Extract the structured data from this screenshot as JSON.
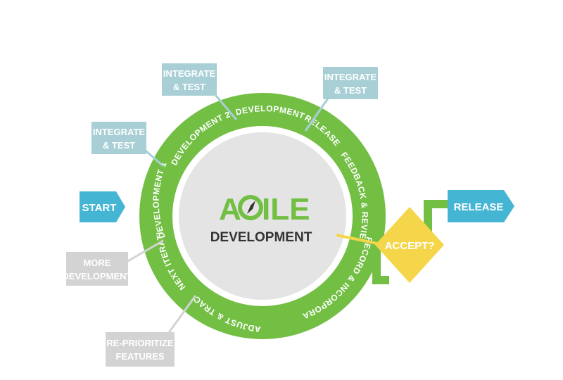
{
  "diagram": {
    "title_part1": "A",
    "title_part2": "ILE",
    "subtitle": "DEVELOPMENT",
    "start_label": "START",
    "release_label": "RELEASE",
    "accept_label": "ACCEPT?",
    "ring_labels": [
      "DEVELOPMENT 1",
      "DEVELOPMENT 2",
      "DEVELOPMENT N",
      "RELEASE",
      "FEEDBACK & REVIEW",
      "RECORD & INCORPORATE CHANGES",
      "ADJUST & TRACK",
      "NEXT ITERATION"
    ],
    "callouts": [
      {
        "line1": "INTEGRATE",
        "line2": "& TEST"
      },
      {
        "line1": "INTEGRATE",
        "line2": "& TEST"
      },
      {
        "line1": "INTEGRATE",
        "line2": "& TEST"
      },
      {
        "line1": "MORE",
        "line2": "DEVELOPMENT"
      },
      {
        "line1": "RE-PRIORITIZE",
        "line2": "FEATURES"
      }
    ],
    "colors": {
      "green": "#72bf44",
      "inner_gray": "#e4e4e4",
      "teal_callout": "#a8cfd6",
      "gray_callout": "#d3d3d3",
      "arrow_blue": "#45b5d4",
      "accept_yellow": "#f5d64a",
      "dark_text": "#333333"
    }
  }
}
